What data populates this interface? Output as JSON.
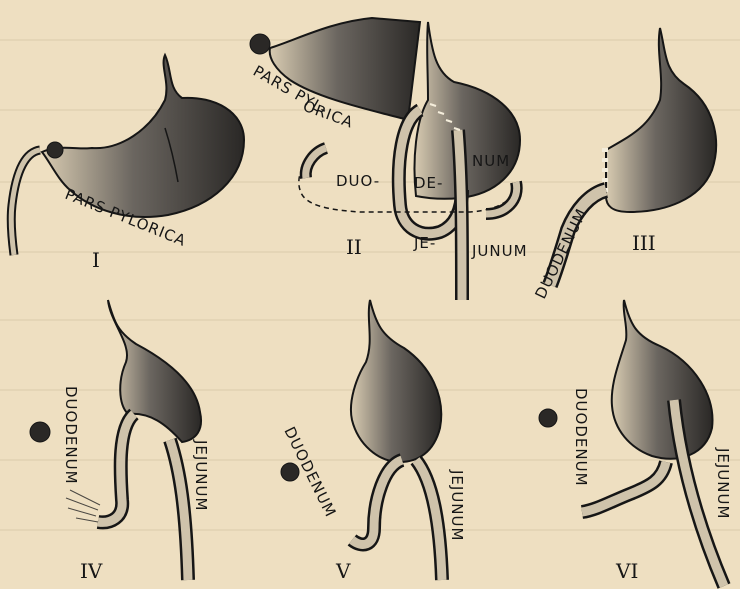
{
  "figures": [
    {
      "numeral": "I",
      "labels": [
        "PARS PYLORICA"
      ]
    },
    {
      "numeral": "II",
      "labels": [
        "PARS PYL-",
        "ORICA",
        "DUO-",
        "DE-",
        "NUM",
        "JE-",
        "JUNUM"
      ]
    },
    {
      "numeral": "III",
      "labels": [
        "DUODENUM"
      ]
    },
    {
      "numeral": "IV",
      "labels": [
        "DUODENUM",
        "JEJUNUM"
      ]
    },
    {
      "numeral": "V",
      "labels": [
        "DUODENUM",
        "JEJUNUM"
      ]
    },
    {
      "numeral": "VI",
      "labels": [
        "DUODENUM",
        "JEJUNUM"
      ]
    }
  ],
  "colors": {
    "paper": "#eedfc1",
    "ink": "#161616",
    "shade": "#3c3a37"
  }
}
